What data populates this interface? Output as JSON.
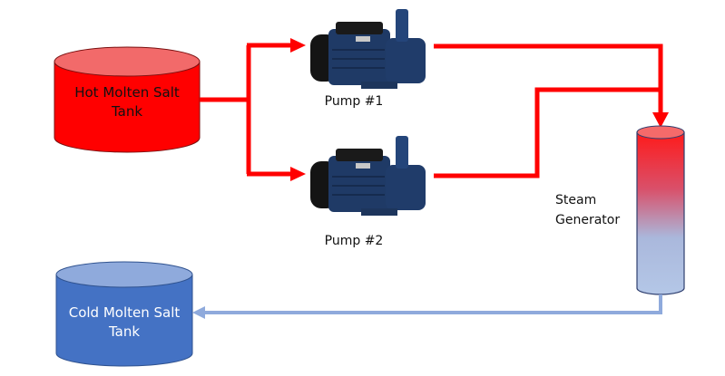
{
  "hot_tank": {
    "label_line1": "Hot Molten Salt",
    "label_line2": "Tank",
    "color": "#ff0000",
    "top_color": "#f26a6a"
  },
  "cold_tank": {
    "label_line1": "Cold Molten Salt",
    "label_line2": "Tank",
    "color": "#4472c4",
    "top_color": "#8faadc"
  },
  "pumps": [
    {
      "label": "Pump #1"
    },
    {
      "label": "Pump #2"
    }
  ],
  "steam_generator": {
    "label_line1": "Steam",
    "label_line2": "Generator",
    "top_color": "#ff0000",
    "bottom_color": "#b4c7e7"
  },
  "flows": {
    "hot_color": "#ff0000",
    "cold_color": "#8faadc"
  }
}
